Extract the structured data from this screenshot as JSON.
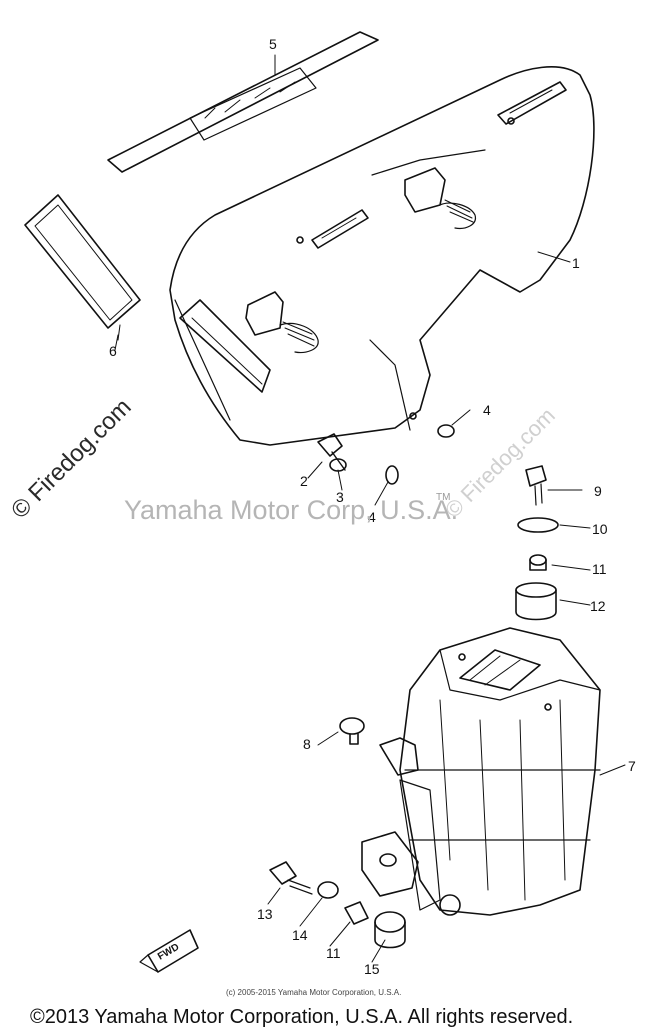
{
  "watermarks": {
    "yamaha": "Yamaha Motor Corp, U.S.A.",
    "trademark": "TM",
    "firedog_primary": "© Firedog.com",
    "firedog_secondary": "© Firedog.com"
  },
  "callouts": [
    "5",
    "1",
    "6",
    "4",
    "2",
    "3",
    "4",
    "9",
    "10",
    "11",
    "12",
    "8",
    "7",
    "13",
    "14",
    "11",
    "15"
  ],
  "fwd_label": "FWD",
  "copyright_small": "(c) 2005-2015 Yamaha Motor Corporation, U.S.A.",
  "copyright_footer": "©2013 Yamaha Motor Corporation, U.S.A. All rights reserved."
}
